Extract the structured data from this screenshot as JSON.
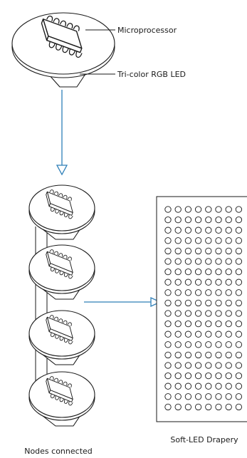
{
  "labels": {
    "microprocessor": "Microprocessor",
    "rgb_led": "Tri-color RGB LED",
    "drapery": "Soft-LED Drapery",
    "nodes": "Nodes connected"
  },
  "drapery_grid": {
    "columns": 8,
    "rows": 20
  },
  "colors": {
    "line": "#1a1a1a",
    "arrow": "#2e7fb8"
  }
}
